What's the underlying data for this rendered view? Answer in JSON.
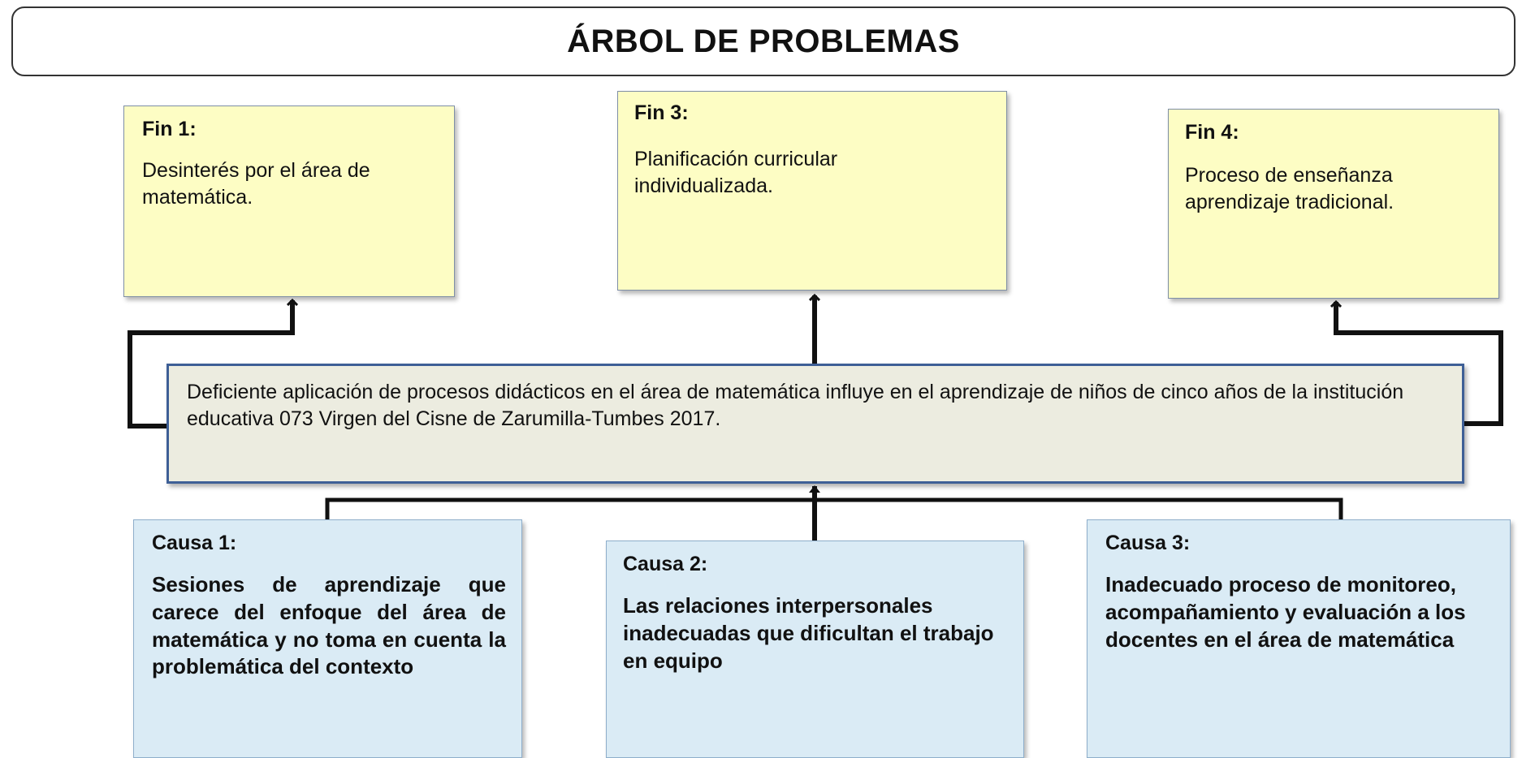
{
  "title": "ÁRBOL DE PROBLEMAS",
  "ends": [
    {
      "heading": "Fin 1:",
      "text": "Desinterés por el área de matemática."
    },
    {
      "heading": "Fin 3:",
      "text": "Planificación curricular individualizada."
    },
    {
      "heading": "Fin 4:",
      "text": "Proceso de enseñanza aprendizaje tradicional."
    }
  ],
  "central_problem": "Deficiente aplicación de procesos didácticos en el área de matemática influye en el aprendizaje de niños de cinco años de la institución educativa 073 Virgen del Cisne de Zarumilla-Tumbes 2017.",
  "causes": [
    {
      "heading": "Causa 1:",
      "text": "Sesiones de aprendizaje que carece del enfoque del área de matemática y no toma en cuenta la problemática del contexto"
    },
    {
      "heading": "Causa 2:",
      "text": "Las relaciones interpersonales inadecuadas que dificultan el trabajo en equipo"
    },
    {
      "heading": "Causa 3:",
      "text": "Inadecuado proceso de monitoreo, acompañamiento y evaluación a los docentes en el área de matemática"
    }
  ],
  "colors": {
    "end_fill": "#fdfdc4",
    "cause_fill": "#daebf5",
    "problem_fill": "#ecece0",
    "problem_border": "#3e5f96"
  }
}
